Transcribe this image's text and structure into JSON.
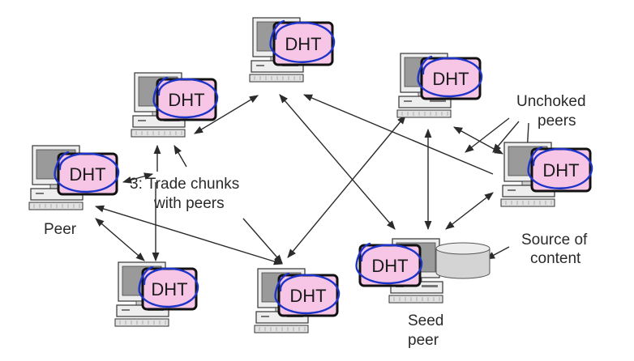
{
  "diagram": {
    "nodes": [
      {
        "id": "top",
        "dht_label": "DHT"
      },
      {
        "id": "upper-left",
        "dht_label": "DHT"
      },
      {
        "id": "upper-right",
        "dht_label": "DHT"
      },
      {
        "id": "left",
        "dht_label": "DHT"
      },
      {
        "id": "right",
        "dht_label": "DHT"
      },
      {
        "id": "bottom-left",
        "dht_label": "DHT"
      },
      {
        "id": "bottom-mid",
        "dht_label": "DHT"
      },
      {
        "id": "seed",
        "dht_label": "DHT"
      }
    ],
    "labels": {
      "peer": "Peer",
      "trade_line1": "3: Trade chunks",
      "trade_line2": "with peers",
      "unchoked_line1": "Unchoked",
      "unchoked_line2": "peers",
      "seed_line1": "Seed",
      "seed_line2": "peer",
      "source_line1": "Source of",
      "source_line2": "content"
    },
    "colors": {
      "dht_fill": "#f7c6e6",
      "pen_blue": "#1e34c8",
      "line": "#2b2b2b",
      "computer_body": "#eeeeee",
      "screen": "#9a9a9a",
      "disk": "#d4d4d4"
    }
  }
}
